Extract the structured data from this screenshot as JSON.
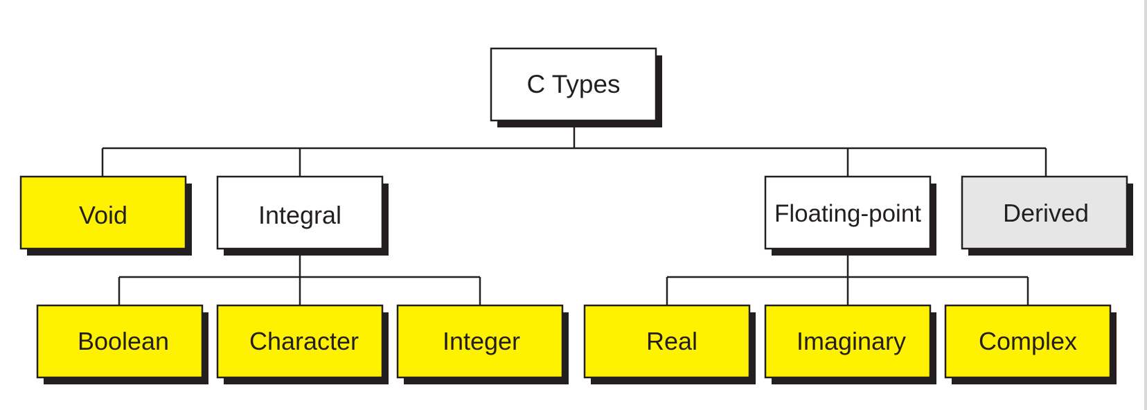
{
  "diagram": {
    "root": {
      "label": "C Types"
    },
    "level1": [
      {
        "id": "void",
        "label": "Void"
      },
      {
        "id": "integral",
        "label": "Integral"
      },
      {
        "id": "floating",
        "label": "Floating-point"
      },
      {
        "id": "derived",
        "label": "Derived"
      }
    ],
    "integral_children": [
      {
        "id": "boolean",
        "label": "Boolean"
      },
      {
        "id": "character",
        "label": "Character"
      },
      {
        "id": "integer",
        "label": "Integer"
      }
    ],
    "floating_children": [
      {
        "id": "real",
        "label": "Real"
      },
      {
        "id": "imaginary",
        "label": "Imaginary"
      },
      {
        "id": "complex",
        "label": "Complex"
      }
    ]
  },
  "colors": {
    "yellow_fill": "#fff200",
    "white_fill": "#ffffff",
    "gray_fill": "#e6e6e6",
    "stroke": "#231f20",
    "shadow": "#231f20"
  }
}
